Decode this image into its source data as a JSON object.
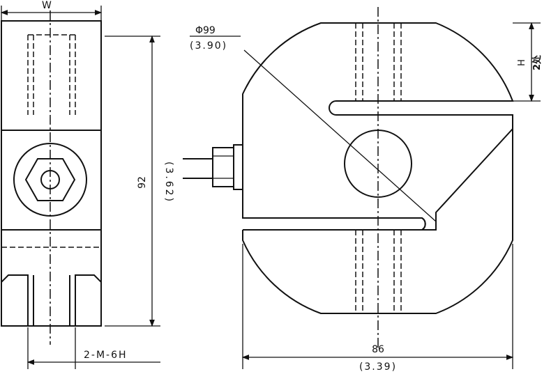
{
  "left_view": {
    "width_label": "W",
    "height_label": "92",
    "height_inch_label": "(3.62)",
    "thread_label": "2-M-6H"
  },
  "right_view": {
    "diameter_label": "Φ99",
    "diameter_inch_label": "(3.90)",
    "width_label": "86",
    "width_inch_label": "(3.39)",
    "h_label": "H",
    "h_note": "2处"
  }
}
